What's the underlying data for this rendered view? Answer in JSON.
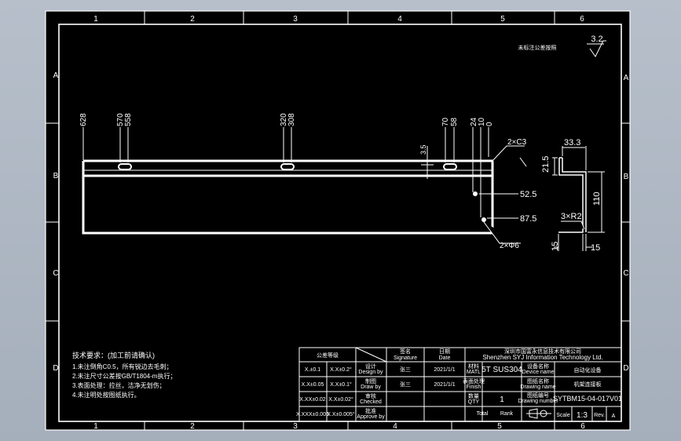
{
  "border": {
    "columns_top": [
      "1",
      "2",
      "3",
      "4",
      "5",
      "6"
    ],
    "columns_bottom": [
      "1",
      "2",
      "3",
      "4",
      "5",
      "6"
    ],
    "rows_left": [
      "A",
      "B",
      "C",
      "D"
    ],
    "rows_right": [
      "A",
      "B",
      "C",
      "D"
    ]
  },
  "header_note": "未标注公差按照",
  "surface_finish": "3.2",
  "front_view": {
    "dims_top": [
      "628",
      "570",
      "558",
      "320",
      "308",
      "70",
      "58",
      "24",
      "10",
      "0"
    ],
    "dim_vertical": "3.5",
    "callouts": [
      "2×C3",
      "52.5",
      "87.5",
      "2×Φ6"
    ]
  },
  "section_view": {
    "dims": [
      "33.3",
      "21.5",
      "110",
      "3×R2",
      "15",
      "15"
    ]
  },
  "tech_req": {
    "title": "技术要求：(加工前请确认)",
    "lines": [
      "1.未注倒角C0.5，所有锐边去毛刺；",
      "2.未注尺寸公差按GB/T1804-m执行；",
      "3.表面处理：拉丝，洁净无划伤；",
      "4.未注明处按图纸执行。"
    ]
  },
  "title_block": {
    "tolerance_header": "公差等级",
    "sig_header_cn": "签名",
    "sig_header_en": "Signature",
    "date_header_cn": "日期",
    "date_header_en": "Date",
    "company": "深圳市国富永信息技术有限公司",
    "company_en": "Shenzhen SYJ Information Technology Ltd.",
    "tol_rows": [
      [
        "X.±0.1",
        "X.X±0.2°"
      ],
      [
        "X.X±0.05",
        "X.X±0.1°"
      ],
      [
        "X.XX±0.02",
        "X.X±0.02°"
      ],
      [
        "X.XXX±0.005",
        "X.X±0.005°"
      ]
    ],
    "roles": [
      {
        "cn": "设计",
        "en": "Design by",
        "name": "张三",
        "date": "2021/1/1"
      },
      {
        "cn": "制图",
        "en": "Draw by",
        "name": "张三",
        "date": "2021/1/1"
      },
      {
        "cn": "审核",
        "en": "Checked",
        "name": "",
        "date": ""
      },
      {
        "cn": "批准",
        "en": "Approve by",
        "name": "",
        "date": ""
      }
    ],
    "material_label": "材料",
    "material_label_en": "MATL",
    "material": "5T SUS304",
    "finish_label": "表面处理",
    "finish_label_en": "Finish",
    "qty_label": "数量",
    "qty_label_en": "QTY",
    "qty": "1",
    "total_label": "Total",
    "rank_label": "Rank",
    "device_label": "设备名称",
    "device_label_en": "Device name",
    "device_name": "自动化设备",
    "drawing_label": "图纸名称",
    "drawing_label_en": "Drawing name",
    "drawing_name": "机架连接板",
    "number_label": "图纸编号",
    "number_label_en": "Drawing number",
    "drawing_number": "SYTBM15-04-017V01",
    "scale_label": "Scale",
    "scale": "1:3",
    "rev_label": "Rev.",
    "rev": "A"
  }
}
